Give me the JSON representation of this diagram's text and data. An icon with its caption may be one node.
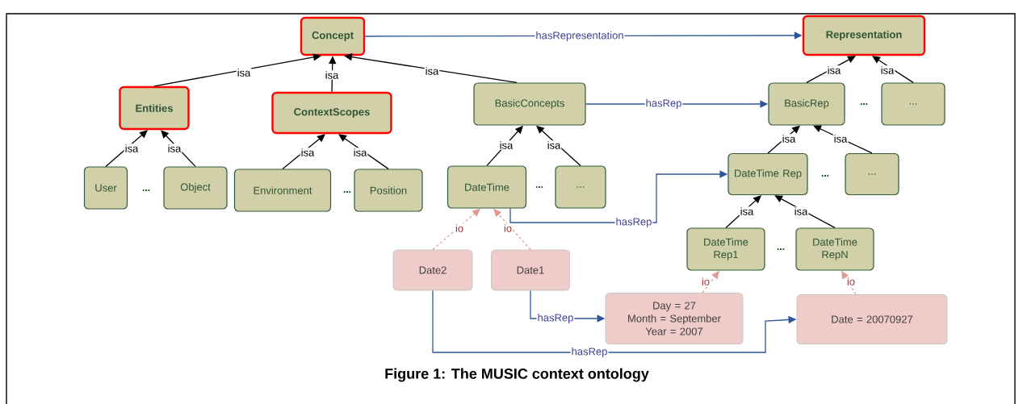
{
  "diagram": {
    "caption": "Figure 1: The MUSIC context ontology",
    "nodes": [
      {
        "text": [
          "Concept"
        ]
      },
      {
        "text": [
          "Representation"
        ]
      },
      {
        "text": [
          "Entities"
        ]
      },
      {
        "text": [
          "ContextScopes"
        ]
      },
      {
        "text": [
          "BasicConcepts"
        ]
      },
      {
        "text": [
          "BasicRep"
        ]
      },
      {
        "text": [
          "..."
        ]
      },
      {
        "text": [
          "User"
        ]
      },
      {
        "text": [
          "Object"
        ]
      },
      {
        "text": [
          "Environment"
        ]
      },
      {
        "text": [
          "Position"
        ]
      },
      {
        "text": [
          "DateTime"
        ]
      },
      {
        "text": [
          "..."
        ]
      },
      {
        "text": [
          "DateTime Rep"
        ]
      },
      {
        "text": [
          "..."
        ]
      },
      {
        "text": [
          "DateTime Rep1"
        ]
      },
      {
        "text": [
          "DateTime RepN"
        ]
      },
      {
        "text": [
          "Date2"
        ]
      },
      {
        "text": [
          "Date1"
        ]
      },
      {
        "text": [
          "Day = 27",
          "Month = September",
          "Year = 2007"
        ]
      },
      {
        "text": [
          "Date = 20070927"
        ]
      }
    ],
    "edges": [
      {
        "from": 0,
        "to": 1,
        "arrow": "to",
        "label": "hasRepresentation",
        "color": "#2e5597"
      },
      {
        "from": 2,
        "to": 0,
        "arrow": "to",
        "label": "isa"
      },
      {
        "from": 3,
        "to": 0,
        "arrow": "to",
        "label": "isa"
      },
      {
        "from": 4,
        "to": 0,
        "arrow": "to",
        "label": "isa"
      },
      {
        "from": 4,
        "to": 5,
        "arrow": "to",
        "label": "hasRep",
        "color": "#2e5597"
      },
      {
        "from": 5,
        "to": 1,
        "arrow": "to",
        "label": "isa"
      },
      {
        "from": 6,
        "to": 1,
        "arrow": "to",
        "label": "isa"
      },
      {
        "from": 7,
        "to": 2,
        "arrow": "to",
        "label": "isa"
      },
      {
        "from": 8,
        "to": 2,
        "arrow": "to",
        "label": "isa"
      },
      {
        "from": 9,
        "to": 3,
        "arrow": "to",
        "label": "isa"
      },
      {
        "from": 10,
        "to": 3,
        "arrow": "to",
        "label": "isa"
      },
      {
        "from": 11,
        "to": 4,
        "arrow": "to",
        "label": "isa"
      },
      {
        "from": 12,
        "to": 4,
        "arrow": "to",
        "label": "isa"
      },
      {
        "from": 13,
        "to": 5,
        "arrow": "to",
        "label": "isa"
      },
      {
        "from": 14,
        "to": 5,
        "arrow": "to",
        "label": "isa"
      },
      {
        "from": 11,
        "to": 13,
        "arrow": "to",
        "label": "hasRep",
        "color": "#2e5597"
      },
      {
        "from": 15,
        "to": 13,
        "arrow": "to",
        "label": "isa"
      },
      {
        "from": 16,
        "to": 13,
        "arrow": "to",
        "label": "isa"
      },
      {
        "from": 17,
        "to": 11,
        "arrow": "to",
        "label": "io",
        "style": "dashed",
        "color": "#e09b96"
      },
      {
        "from": 18,
        "to": 11,
        "arrow": "to",
        "label": "io",
        "style": "dashed",
        "color": "#e09b96"
      },
      {
        "from": 19,
        "to": 15,
        "arrow": "to",
        "label": "io",
        "style": "dashed",
        "color": "#e09b96"
      },
      {
        "from": 20,
        "to": 16,
        "arrow": "to",
        "label": "io",
        "style": "dashed",
        "color": "#e09b96"
      },
      {
        "from": 18,
        "to": 19,
        "arrow": "to",
        "label": "hasRep",
        "color": "#2e5597"
      },
      {
        "from": 17,
        "to": 20,
        "arrow": "to",
        "label": "hasRep",
        "color": "#2e5597"
      }
    ],
    "labels": [
      "...",
      "...",
      "...",
      "...",
      "...",
      "..."
    ]
  }
}
